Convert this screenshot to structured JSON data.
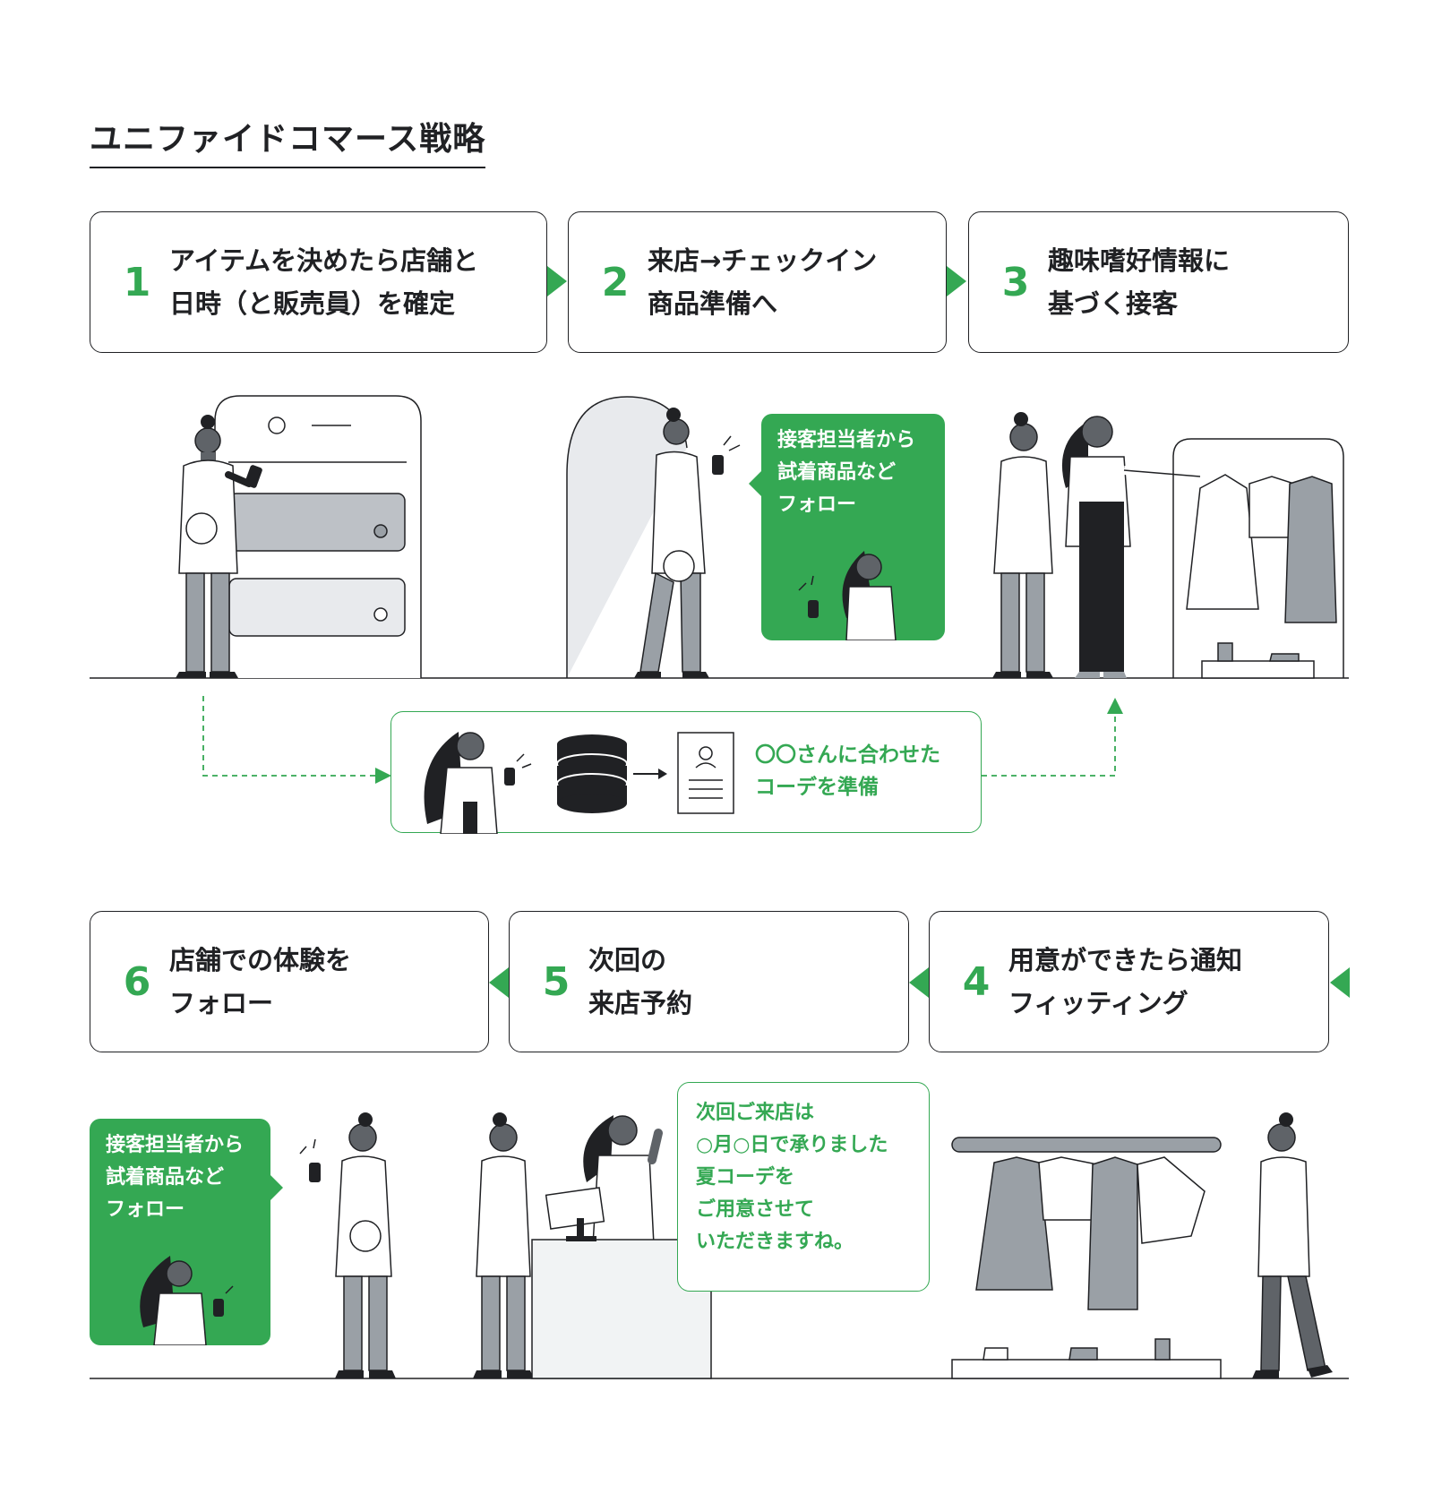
{
  "title": "ユニファイドコマース戦略",
  "colors": {
    "accent": "#34a853",
    "ink": "#202124",
    "gray": "#9aa0a6",
    "light_gray": "#dadce0"
  },
  "steps": [
    {
      "num": "1",
      "lines": [
        "アイテムを決めたら店舗と",
        "日時（と販売員）を確定"
      ]
    },
    {
      "num": "2",
      "lines": [
        "来店→チェックイン",
        "商品準備へ"
      ]
    },
    {
      "num": "3",
      "lines": [
        "趣味嗜好情報に",
        "基づく接客"
      ]
    },
    {
      "num": "4",
      "lines": [
        "用意ができたら通知",
        "フィッティング"
      ]
    },
    {
      "num": "5",
      "lines": [
        "次回の",
        "来店予約"
      ]
    },
    {
      "num": "6",
      "lines": [
        "店舗での体験を",
        "フォロー"
      ]
    }
  ],
  "bubble_top": {
    "lines": [
      "接客担当者から",
      "試着商品など",
      "フォロー"
    ]
  },
  "bubble_bottom_left": {
    "lines": [
      "接客担当者から",
      "試着商品など",
      "フォロー"
    ]
  },
  "bubble_reservation": {
    "lines": [
      "次回ご来店は",
      "○月○日で承りました",
      "夏コーデを",
      "ご用意させて",
      "いただきますね。"
    ]
  },
  "center_box": {
    "lines": [
      "〇〇さんに合わせた",
      "コーデを準備"
    ]
  }
}
